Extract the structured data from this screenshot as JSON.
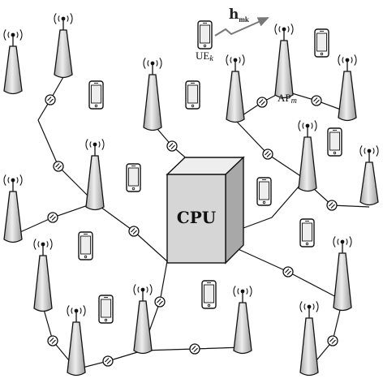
{
  "cpu": {
    "label": "CPU"
  },
  "ue": {
    "label": "UE",
    "label_sub": "k"
  },
  "ap": {
    "label": "AP",
    "label_sub": "m"
  },
  "channel": {
    "label": "h",
    "label_sub": "mk"
  },
  "colors": {
    "line": "#111111",
    "ap_fill": "#cfcfcf",
    "cpu_front": "#d6d6d6",
    "cpu_top": "#eeeeee",
    "cpu_side": "#a8a8a8",
    "phone_screen": "#eeeeee",
    "channel_arrow": "#777777"
  }
}
